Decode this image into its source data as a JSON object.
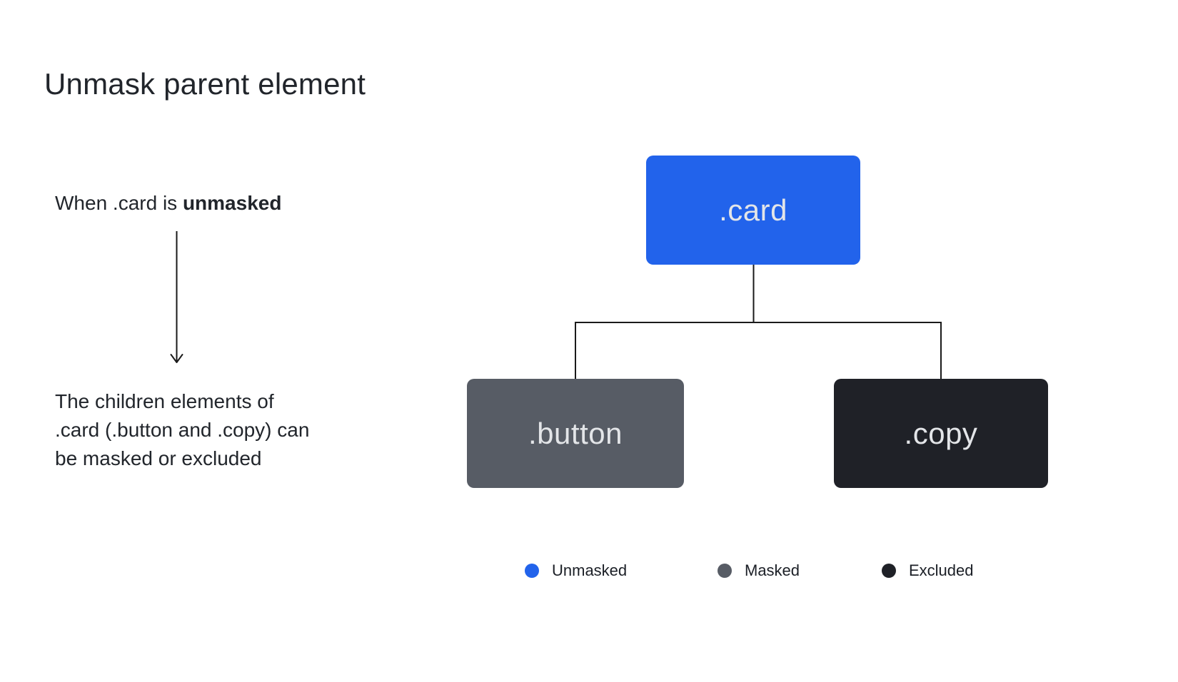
{
  "page": {
    "title": "Unmask parent element",
    "background": "#FFFFFF"
  },
  "annotations": {
    "intro": {
      "prefix": "When .card is ",
      "emphasis": "unmasked"
    },
    "description": "The children elements of\n.card (.button and .copy) can\nbe masked or excluded"
  },
  "tree": {
    "parent": {
      "label": ".card",
      "state": "unmasked",
      "color": "#2263EB"
    },
    "children": [
      {
        "label": ".button",
        "state": "masked",
        "color": "#575C65"
      },
      {
        "label": ".copy",
        "state": "excluded",
        "color": "#1F2127"
      }
    ]
  },
  "legend": {
    "items": [
      {
        "label": "Unmasked",
        "color": "#2263EB"
      },
      {
        "label": "Masked",
        "color": "#575C65"
      },
      {
        "label": "Excluded",
        "color": "#1F2127"
      }
    ]
  },
  "colors": {
    "text": "#21252B",
    "node_label": "#E3E5E8",
    "connector": "#1A1A1A"
  }
}
